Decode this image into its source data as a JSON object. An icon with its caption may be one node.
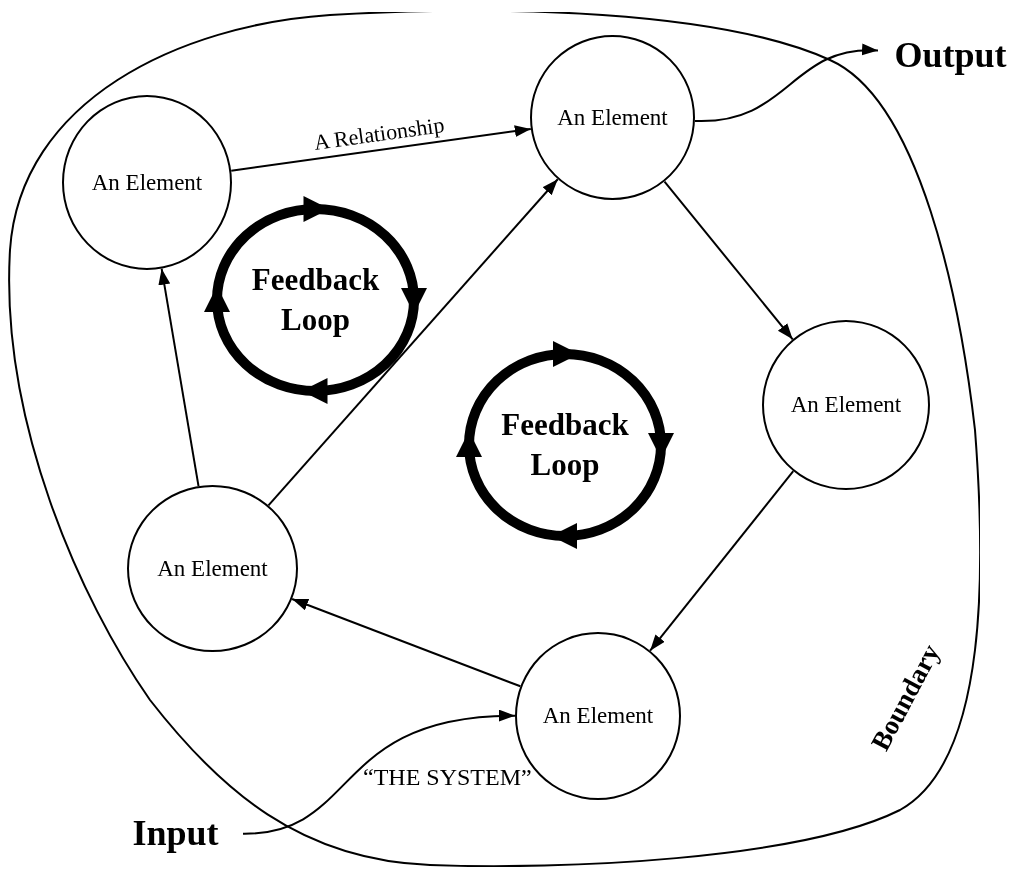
{
  "diagram": {
    "nodes": [
      {
        "text": [
          "“THE SYSTEM”",
          "Boundary"
        ]
      },
      {
        "text": [
          "An Element"
        ],
        "in": 0
      },
      {
        "text": [
          "An Element"
        ],
        "in": 0
      },
      {
        "text": [
          "Feedback Loop"
        ],
        "in": 0
      },
      {
        "text": [
          "An Element"
        ],
        "in": 0
      },
      {
        "text": [
          "Feedback Loop"
        ],
        "in": 0
      },
      {
        "text": [
          "An Element"
        ],
        "in": 0
      },
      {
        "text": [
          "An Element"
        ],
        "in": 0
      },
      {
        "text": [
          "Output"
        ]
      },
      {
        "text": [
          "Input"
        ]
      }
    ],
    "edges": [
      {
        "from": 1,
        "to": 2,
        "arrow": "to",
        "label": "A Relationship"
      },
      {
        "from": 2,
        "to": 4,
        "arrow": "to"
      },
      {
        "from": 4,
        "to": 7,
        "arrow": "to"
      },
      {
        "from": 7,
        "to": 6,
        "arrow": "to"
      },
      {
        "from": 6,
        "to": 1,
        "arrow": "to"
      },
      {
        "from": 6,
        "to": 2,
        "arrow": "to"
      },
      {
        "from": 2,
        "to": 8,
        "arrow": "to"
      },
      {
        "from": 9,
        "to": 7,
        "arrow": "to"
      }
    ]
  }
}
